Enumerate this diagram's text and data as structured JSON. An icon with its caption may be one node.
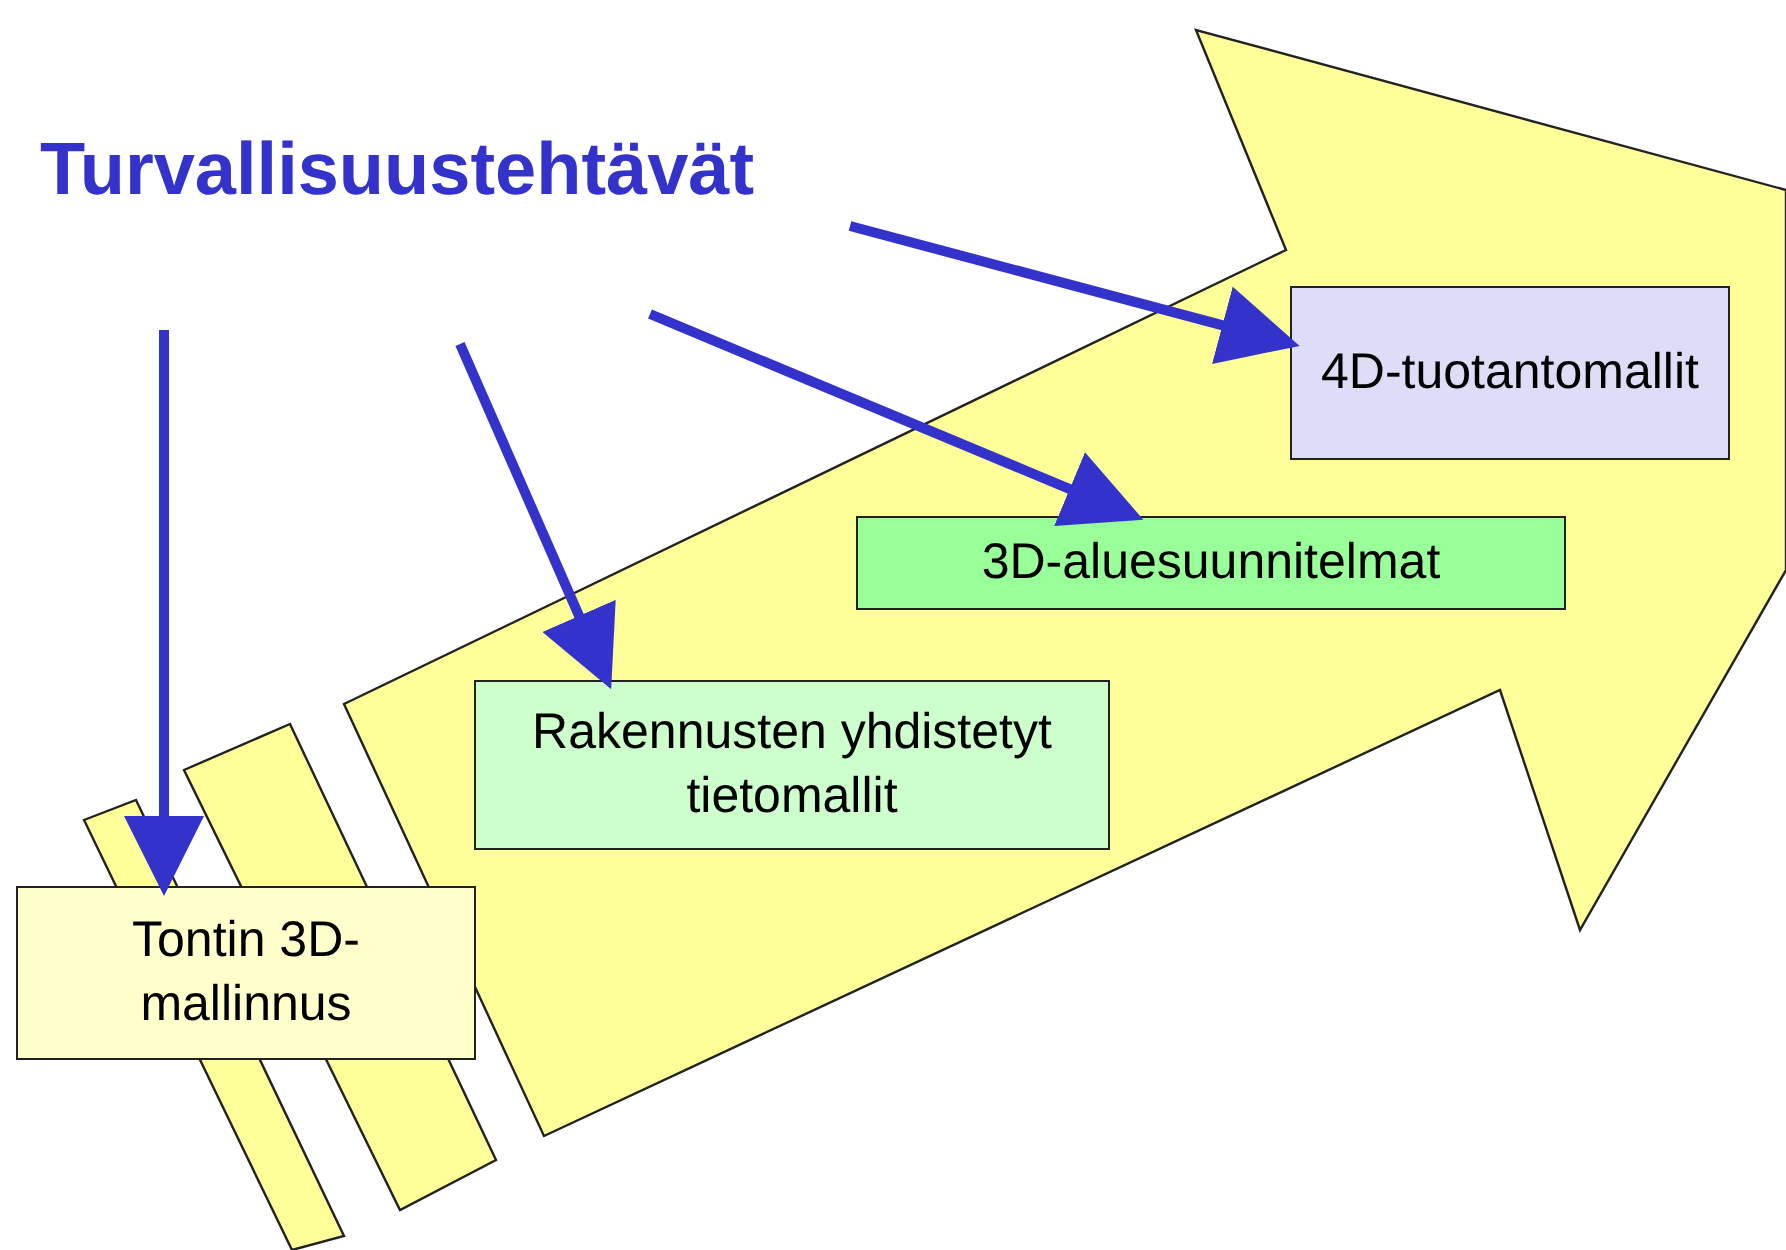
{
  "diagram": {
    "title": "Turvallisuustehtävät",
    "nodes": [
      {
        "text": [
          "Tontin 3D-mallinnus"
        ]
      },
      {
        "text": [
          "Rakennusten yhdistetyt tietomallit"
        ]
      },
      {
        "text": [
          "3D-aluesuunnitelmat"
        ]
      },
      {
        "text": [
          "4D-tuotantomallit"
        ]
      }
    ],
    "edges": [
      {
        "from": null,
        "to": 0,
        "arrow": "to"
      },
      {
        "from": null,
        "to": 1,
        "arrow": "to"
      },
      {
        "from": null,
        "to": 2,
        "arrow": "to"
      },
      {
        "from": null,
        "to": 3,
        "arrow": "to"
      }
    ]
  }
}
